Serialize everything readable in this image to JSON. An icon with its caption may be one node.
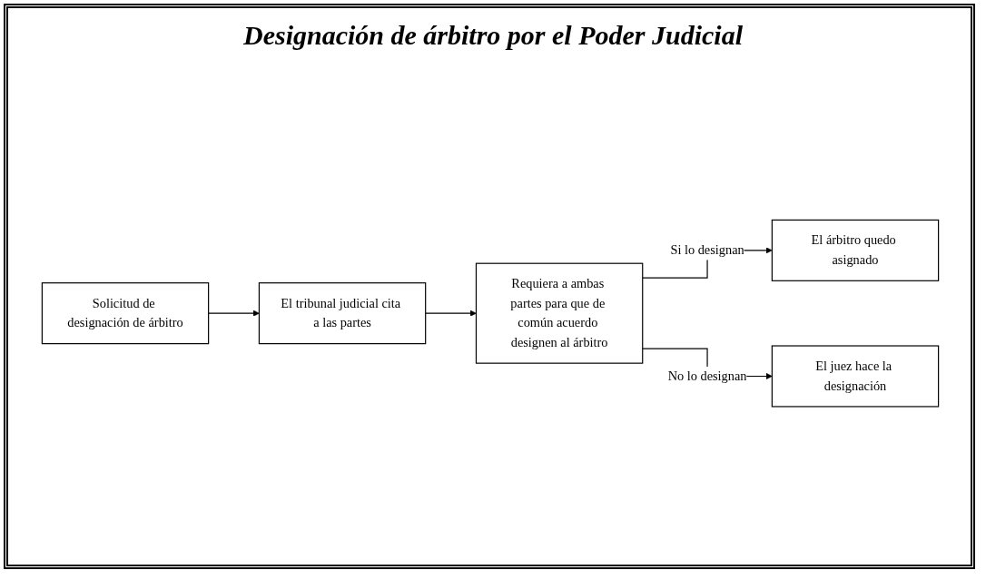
{
  "diagram": {
    "title": "Designación de árbitro por el Poder Judicial",
    "nodes": [
      {
        "text": [
          "Solicitud de designación de árbitro"
        ]
      },
      {
        "text": [
          "El tribunal judicial cita a las partes"
        ]
      },
      {
        "text": [
          "Requiera a ambas partes para que de común acuerdo designen al árbitro"
        ]
      },
      {
        "text": [
          "El árbitro quedo asignado"
        ]
      },
      {
        "text": [
          "El juez hace la designación"
        ]
      }
    ],
    "edges": [
      {
        "from": 0,
        "to": 1,
        "arrow": "to"
      },
      {
        "from": 1,
        "to": 2,
        "arrow": "to"
      },
      {
        "from": 2,
        "to": 3,
        "arrow": "to",
        "label": "Si lo designan"
      },
      {
        "from": 2,
        "to": 4,
        "arrow": "to",
        "label": "No lo designan"
      }
    ]
  }
}
